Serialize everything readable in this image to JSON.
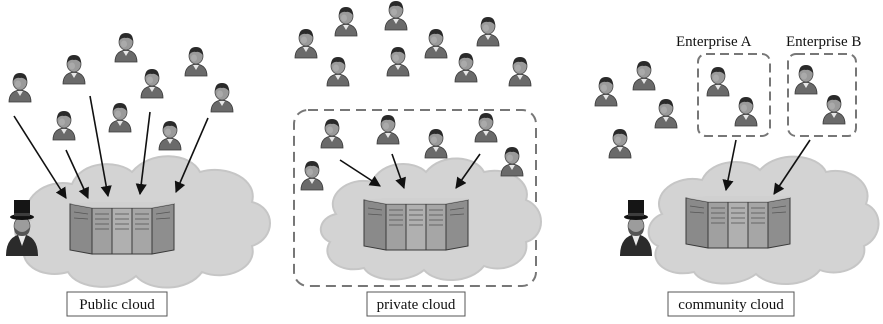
{
  "panels": [
    {
      "caption": "Public cloud",
      "has_owner": true,
      "has_dashed_boundary": false,
      "enterprises": []
    },
    {
      "caption": "private cloud",
      "has_owner": false,
      "has_dashed_boundary": true,
      "enterprises": []
    },
    {
      "caption": "community cloud",
      "has_owner": true,
      "has_dashed_boundary": false,
      "enterprises": [
        "Enterprise A",
        "Enterprise B"
      ]
    }
  ],
  "icons": {
    "user": "user-icon",
    "server": "server-rack-icon",
    "cloud": "cloud-icon",
    "owner": "owner-top-hat-icon"
  },
  "colors": {
    "cloud_fill": "#d3d3d3",
    "cloud_edge": "#c6c6c6",
    "arrow": "#111111",
    "dashed_border": "#777777",
    "server_body": "#9a9a9a",
    "user_head": "#8a8a8a",
    "user_hair": "#2a2a2a",
    "user_body": "#6a6a6a"
  }
}
